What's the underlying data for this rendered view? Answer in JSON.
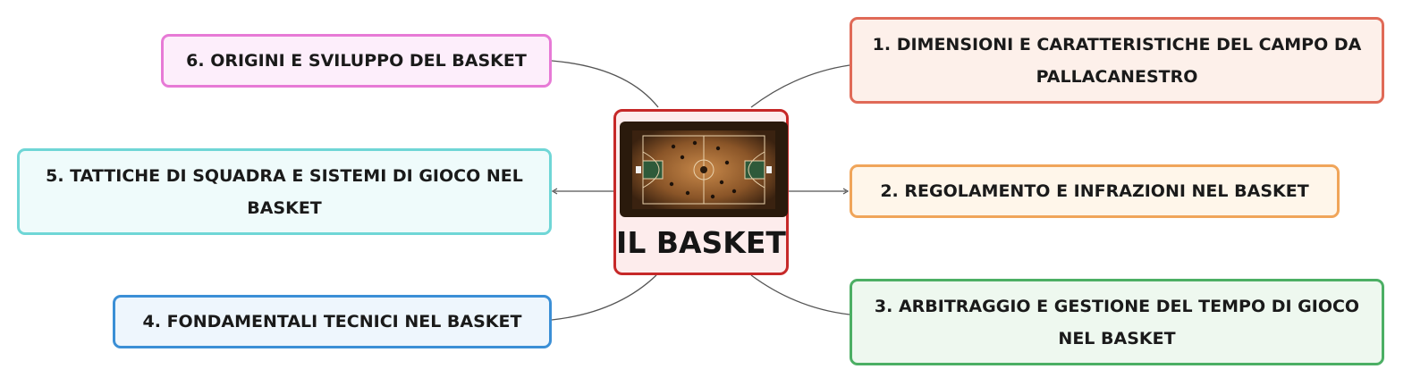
{
  "center": {
    "title": "IL BASKET",
    "image": "basketball-court-image",
    "border_color": "#c62828",
    "fill_color": "#fdecec"
  },
  "nodes": [
    {
      "label": "1. DIMENSIONI E CARATTERISTICHE DEL CAMPO DA PALLACANESTRO",
      "border_color": "#e06a57",
      "fill_color": "#fdf0ea"
    },
    {
      "label": "2. REGOLAMENTO E INFRAZIONI NEL BASKET",
      "border_color": "#f0a55a",
      "fill_color": "#fff6ea"
    },
    {
      "label": "3. ARBITRAGGIO E GESTIONE DEL TEMPO DI GIOCO NEL BASKET",
      "border_color": "#4caf64",
      "fill_color": "#eef8ef"
    },
    {
      "label": "4. FONDAMENTALI TECNICI NEL BASKET",
      "border_color": "#3b8fd6",
      "fill_color": "#eef6fd"
    },
    {
      "label": "5. TATTICHE DI SQUADRA E SISTEMI DI GIOCO NEL BASKET",
      "border_color": "#6fd6d6",
      "fill_color": "#effbfb"
    },
    {
      "label": "6. ORIGINI E SVILUPPO DEL BASKET",
      "border_color": "#e77ad6",
      "fill_color": "#fdeefb"
    }
  ],
  "connector_color": "#555555"
}
